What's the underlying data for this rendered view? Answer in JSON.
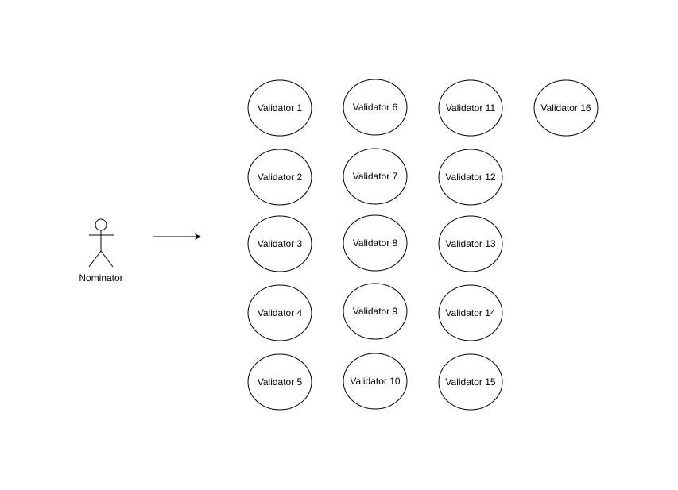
{
  "actor": {
    "label": "Nominator"
  },
  "validators": [
    "Validator 1",
    "Validator 2",
    "Validator 3",
    "Validator 4",
    "Validator 5",
    "Validator 6",
    "Validator 7",
    "Validator 8",
    "Validator 9",
    "Validator 10",
    "Validator 11",
    "Validator 12",
    "Validator 13",
    "Validator 14",
    "Validator 15",
    "Validator 16"
  ],
  "colors": {
    "stroke": "#000000",
    "fill": "#ffffff"
  }
}
